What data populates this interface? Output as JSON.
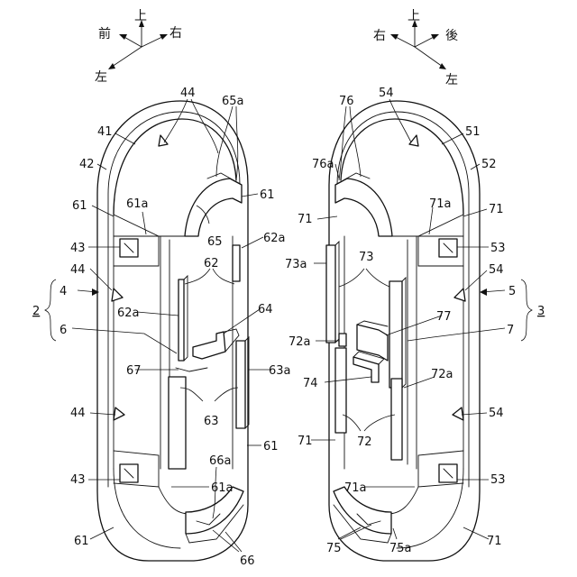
{
  "compass_left": {
    "up": "上",
    "right": "右",
    "front": "前",
    "left": "左"
  },
  "compass_right": {
    "up": "上",
    "right": "右",
    "back": "後",
    "left": "左"
  },
  "left_labels": {
    "l44_top": "44",
    "l65a": "65a",
    "l41": "41",
    "l42": "42",
    "l61_a": "61",
    "l61_b": "61",
    "l61a_top": "61a",
    "l65": "65",
    "l62a_top": "62a",
    "l43_top": "43",
    "l62": "62",
    "l44_mid": "44",
    "l4": "4",
    "l2": "2",
    "l62a": "62a",
    "l64": "64",
    "l6": "6",
    "l67": "67",
    "l63a": "63a",
    "l44_low": "44",
    "l63": "63",
    "l61_c": "61",
    "l66a": "66a",
    "l43_low": "43",
    "l61a_low": "61a",
    "l61_d": "61",
    "l66": "66"
  },
  "right_labels": {
    "l54_top": "54",
    "l76": "76",
    "l51": "51",
    "l76a": "76a",
    "l52": "52",
    "l71_a": "71",
    "l71a_top": "71a",
    "l71_b": "71",
    "l53_top": "53",
    "l73a": "73a",
    "l73": "73",
    "l54_mid": "54",
    "l5": "5",
    "l3": "3",
    "l77": "77",
    "l72a_top": "72a",
    "l7": "7",
    "l74": "74",
    "l72a": "72a",
    "l54_low": "54",
    "l71_c": "71",
    "l72": "72",
    "l53_low": "53",
    "l71a_low": "71a",
    "l75": "75",
    "l75a": "75a",
    "l71_d": "71"
  }
}
